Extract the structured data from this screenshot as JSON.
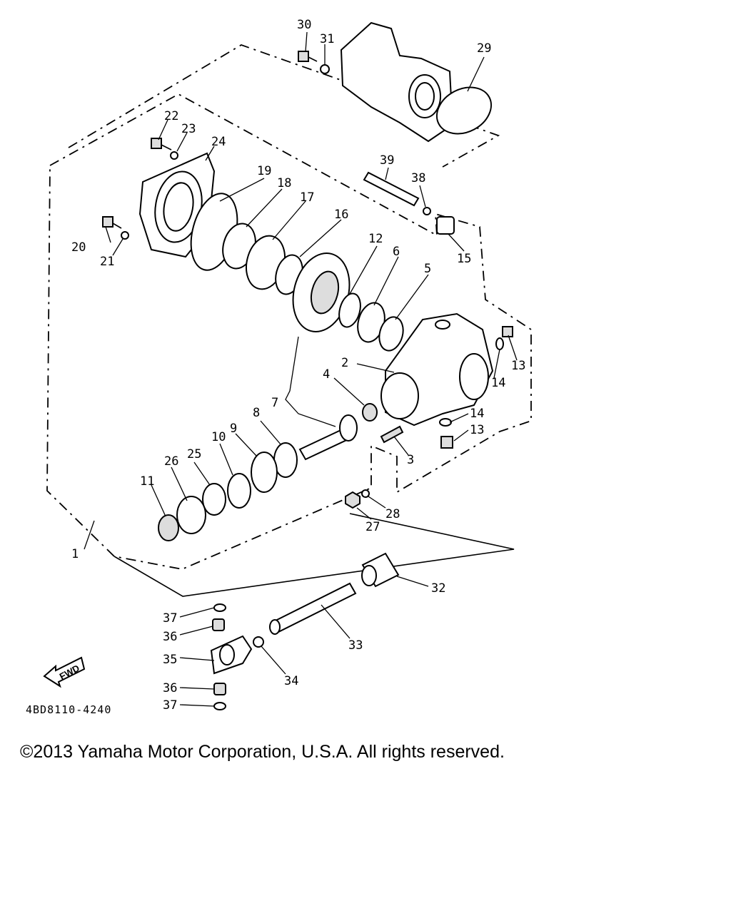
{
  "diagram": {
    "callouts": {
      "c1": "1",
      "c2": "2",
      "c3": "3",
      "c4": "4",
      "c5": "5",
      "c6": "6",
      "c7": "7",
      "c8": "8",
      "c9": "9",
      "c10": "10",
      "c11": "11",
      "c12": "12",
      "c13a": "13",
      "c13b": "13",
      "c14a": "14",
      "c14b": "14",
      "c15": "15",
      "c16": "16",
      "c17": "17",
      "c18": "18",
      "c19": "19",
      "c20": "20",
      "c21": "21",
      "c22": "22",
      "c23": "23",
      "c24": "24",
      "c25": "25",
      "c26": "26",
      "c27": "27",
      "c28": "28",
      "c29": "29",
      "c30": "30",
      "c31": "31",
      "c32": "32",
      "c33": "33",
      "c34": "34",
      "c35": "35",
      "c36a": "36",
      "c36b": "36",
      "c37a": "37",
      "c37b": "37",
      "c38": "38",
      "c39": "39"
    },
    "fwd_label": "FWD",
    "drawing_code": "4BD8110-4240"
  },
  "copyright": "©2013 Yamaha Motor Corporation, U.S.A. All rights reserved."
}
